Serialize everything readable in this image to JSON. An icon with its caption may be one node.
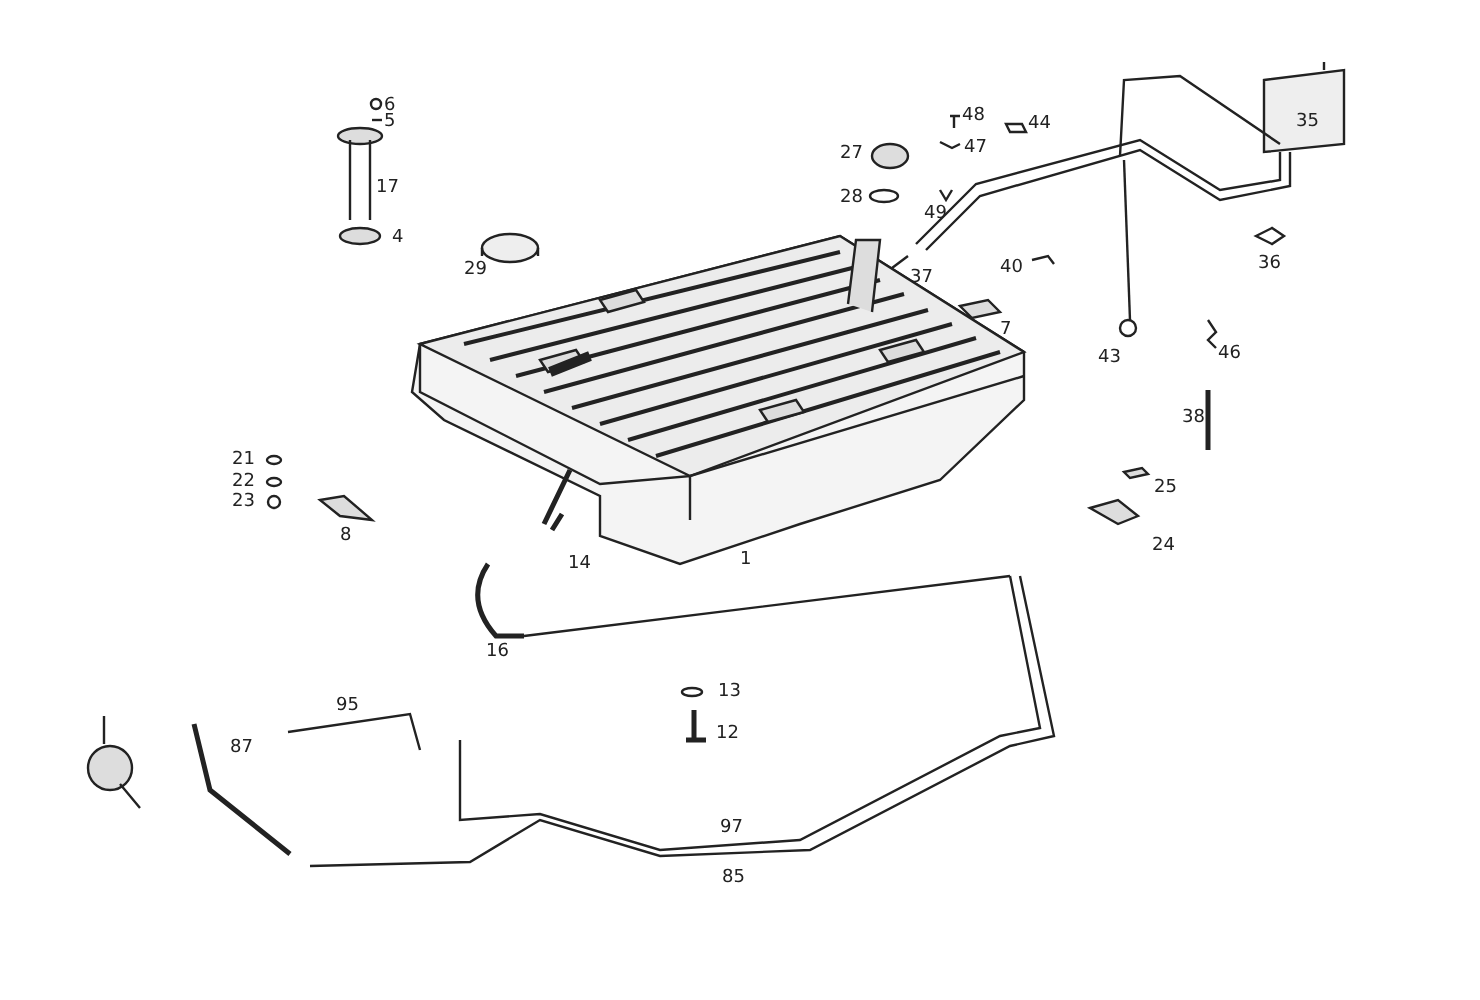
{
  "diagram": {
    "labels": [
      "6",
      "48",
      "44",
      "35",
      "5",
      "47",
      "27",
      "28",
      "49",
      "17",
      "4",
      "36",
      "29",
      "40",
      "37",
      "7",
      "43",
      "46",
      "38",
      "21",
      "22",
      "25",
      "23",
      "8",
      "24",
      "1",
      "14",
      "16",
      "13",
      "95",
      "12",
      "87",
      "97",
      "85"
    ]
  }
}
